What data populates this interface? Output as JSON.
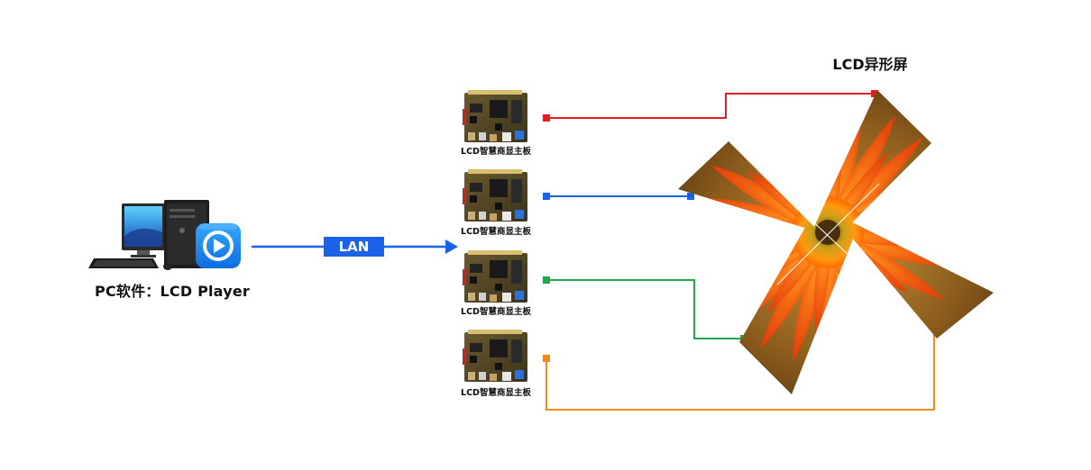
{
  "pc": {
    "label": "PC软件：LCD Player",
    "app_icon": "play-icon"
  },
  "network": {
    "label": "LAN",
    "color": "#1a62e8"
  },
  "boards": [
    {
      "label": "LCD智慧商显主板",
      "connector_color": "#e02020"
    },
    {
      "label": "LCD智慧商显主板",
      "connector_color": "#1a62e8"
    },
    {
      "label": "LCD智慧商显主板",
      "connector_color": "#22a84a"
    },
    {
      "label": "LCD智慧商显主板",
      "connector_color": "#f08a1c"
    }
  ],
  "screen": {
    "title": "LCD异形屏"
  }
}
